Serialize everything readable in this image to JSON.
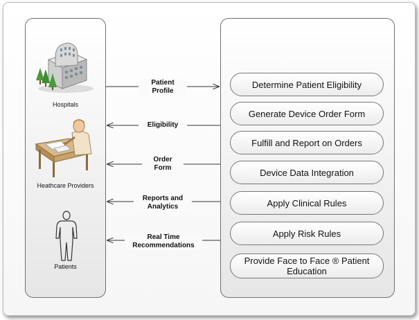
{
  "actors": [
    {
      "label": "Hospitals",
      "icon": "hospital-icon"
    },
    {
      "label": "Heathcare Providers",
      "icon": "doctor-at-desk-icon"
    },
    {
      "label": "Patients",
      "icon": "person-outline-icon"
    }
  ],
  "flows": [
    {
      "label_line1": "Patient",
      "label_line2": "Profile",
      "direction": "right"
    },
    {
      "label_line1": "Eligibility",
      "label_line2": "",
      "direction": "left"
    },
    {
      "label_line1": "Order",
      "label_line2": "Form",
      "direction": "left"
    },
    {
      "label_line1": "Reports and",
      "label_line2": "Analytics",
      "direction": "left"
    },
    {
      "label_line1": "Real Time",
      "label_line2": "Recommendations",
      "direction": "left"
    }
  ],
  "services": [
    {
      "label": "Determine Patient Eligibility"
    },
    {
      "label": "Generate Device Order Form"
    },
    {
      "label": "Fulfill and Report on Orders"
    },
    {
      "label": "Device Data Integration"
    },
    {
      "label": "Apply Clinical Rules"
    },
    {
      "label": "Apply Risk Rules"
    },
    {
      "label": "Provide Face to Face ® Patient Education"
    }
  ],
  "colors": {
    "arrow": "#333333",
    "panel_border": "#6f6f6f",
    "hospital_green": "#4a9a3a"
  }
}
